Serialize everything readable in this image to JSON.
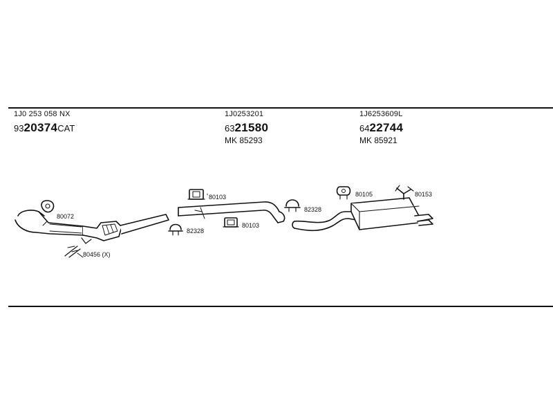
{
  "part_groups": [
    {
      "oem": "1J0 253 058 NX",
      "prefix": "93",
      "number": "20374",
      "suffix": "CAT",
      "mk": ""
    },
    {
      "oem": "1J0253201",
      "prefix": "63",
      "number": "21580",
      "suffix": "",
      "mk": "MK  85293"
    },
    {
      "oem": "1J6253609L",
      "prefix": "64",
      "number": "22744",
      "suffix": "",
      "mk": "MK  85921"
    }
  ],
  "component_labels": {
    "gasket_front": "80072",
    "bracket_front": "80456 (X)",
    "hanger_mid_top": "80103",
    "clamp_mid": "82328",
    "hanger_mid_bottom": "80103",
    "clamp_rear": "82328",
    "hanger_rear": "80105",
    "bracket_rear": "80153"
  }
}
